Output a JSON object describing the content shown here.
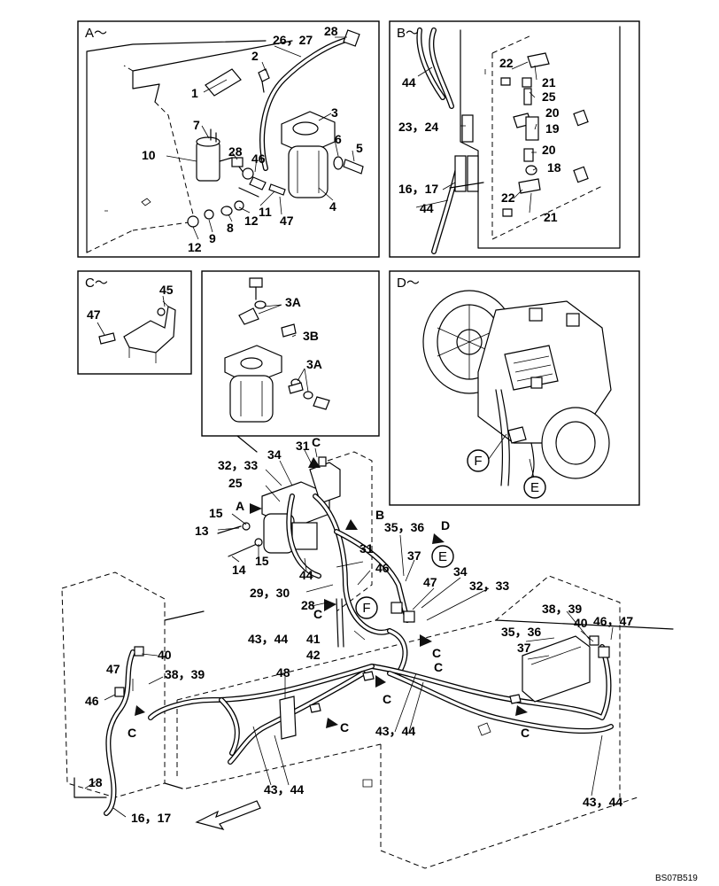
{
  "panels": {
    "a": "A～",
    "b": "B～",
    "c": "C～",
    "d": "D～"
  },
  "labels_a": [
    "28",
    "26，27",
    "2",
    "1",
    "3",
    "7",
    "6",
    "5",
    "10",
    "28",
    "46",
    "4",
    "11",
    "47",
    "12",
    "8",
    "9",
    "12"
  ],
  "labels_b": [
    "44",
    "22",
    "21",
    "25",
    "20",
    "23，24",
    "19",
    "20",
    "18",
    "16，17",
    "22",
    "44",
    "21"
  ],
  "labels_c": [
    "45",
    "47"
  ],
  "labels_filter": [
    "3A",
    "3B",
    "3A"
  ],
  "labels_main": [
    "C",
    "31",
    "34",
    "32，33",
    "25",
    "A",
    "B",
    "15",
    "13",
    "15",
    "14",
    "35，36",
    "D",
    "37",
    "31",
    "46",
    "44",
    "47",
    "34",
    "29，30",
    "32，33",
    "C",
    "28",
    "38，39",
    "40",
    "C",
    "46，47",
    "43，44",
    "41",
    "42",
    "35，36",
    "37",
    "40",
    "47",
    "38，39",
    "C",
    "46",
    "C",
    "48",
    "C",
    "C",
    "C",
    "43，44",
    "43，44",
    "18",
    "16，17",
    "43，44"
  ],
  "circles": {
    "e_top": "E",
    "f_top": "F",
    "e_main": "E",
    "f_main": "F"
  },
  "reference": "BS07B519"
}
